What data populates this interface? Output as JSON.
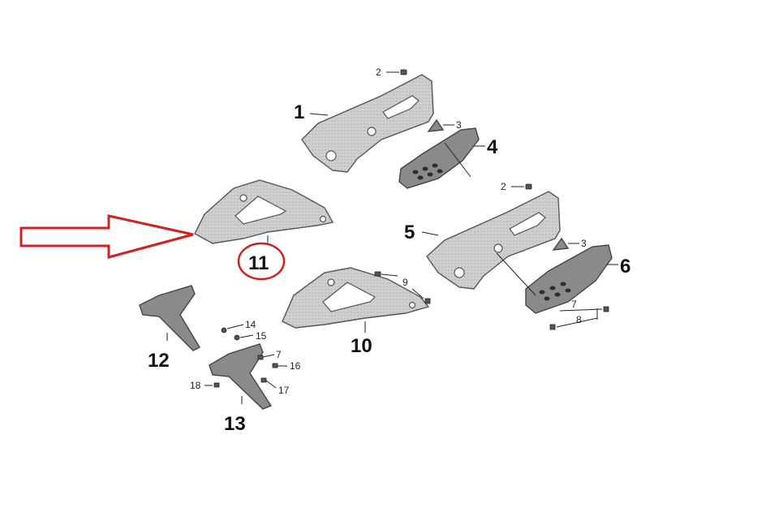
{
  "labels": {
    "l1": "1",
    "l2a": "2",
    "l2b": "2",
    "l3a": "3",
    "l3b": "3",
    "l4": "4",
    "l5": "5",
    "l6": "6",
    "l7a": "7",
    "l7b": "7",
    "l8": "8",
    "l9": "9",
    "l10": "10",
    "l11": "11",
    "l12": "12",
    "l13": "13",
    "l14": "14",
    "l15": "15",
    "l16": "16",
    "l17": "17",
    "l18": "18"
  },
  "colors": {
    "highlight": "#d42020",
    "part_fill": "#c9c9c9",
    "part_dark": "#8a8a8a"
  }
}
